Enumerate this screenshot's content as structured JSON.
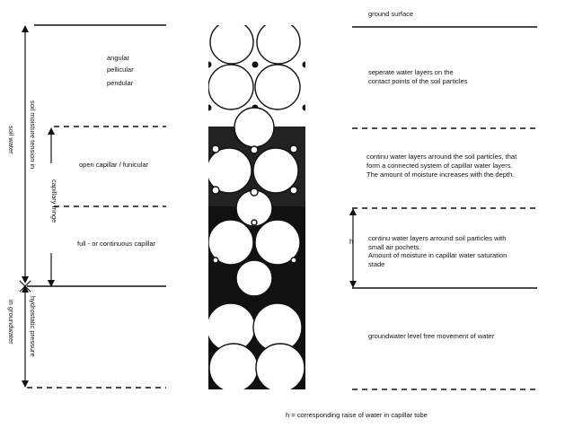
{
  "diagram": {
    "right_labels": {
      "ground_surface": "ground surface",
      "zone1_line1": "seperate water layers on the",
      "zone1_line2": "contact points of the soil particles",
      "zone2_line1": "continu water layers arround the soil particles, that",
      "zone2_line2": "form a connected system of capillar water layers.",
      "zone2_line3": "The amount of moisture increases with the depth.",
      "zone3_line1": "continu water layers arround soil particles with",
      "zone3_line2": "small air pochets.",
      "zone3_line3": "Amount of moisture in capillar water saturation",
      "zone3_line4": "stade",
      "zone4": "groundwater level free movement of water"
    },
    "middle_labels": {
      "angular": "angular",
      "pellicular": "pellicular",
      "pendular": "pendular",
      "open_capillar": "open capillar / funicular",
      "full_capillar": "full - or continuous capillar"
    },
    "vertical_labels": {
      "soil_water": "soil water",
      "soil_moisture_tension": "soil moisture tension in",
      "groundwater": "in groundwater",
      "hydrostatic_pressure": "hydrostatic pressure",
      "capillary_fringe": "capillary fringe"
    },
    "h_label": "h",
    "footnote": "h = corresponding raise of water in capillar tube"
  }
}
